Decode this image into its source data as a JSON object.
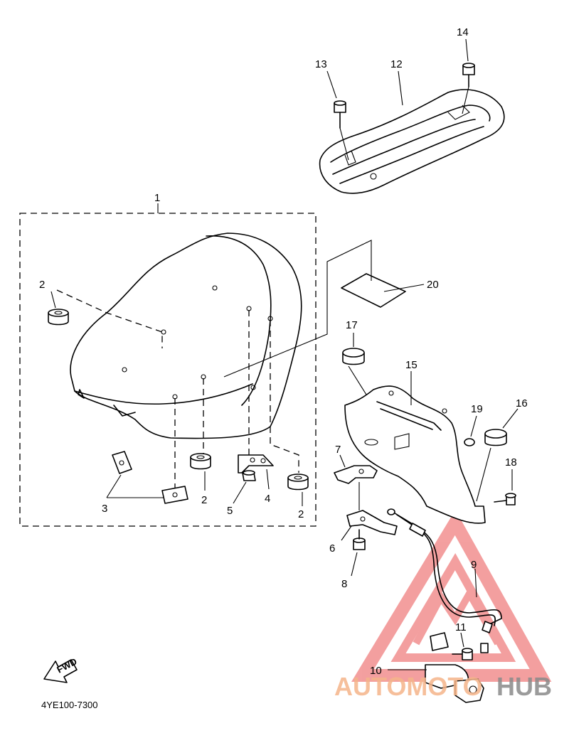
{
  "diagram": {
    "code": "4YE100-7300",
    "fwd_label": "FWD"
  },
  "callouts": {
    "c1": "1",
    "c2a": "2",
    "c2b": "2",
    "c2c": "2",
    "c3": "3",
    "c4": "4",
    "c5": "5",
    "c6": "6",
    "c7": "7",
    "c8": "8",
    "c9": "9",
    "c10": "10",
    "c11": "11",
    "c12": "12",
    "c13": "13",
    "c14": "14",
    "c15": "15",
    "c16": "16",
    "c17": "17",
    "c18": "18",
    "c19": "19",
    "c20": "20"
  },
  "watermark": {
    "text_a": "AUTOMOTO",
    "text_b": "HUB",
    "color_a": "#f5b58a",
    "color_b": "#8a8a8a",
    "triangle_color": "#f08080"
  }
}
